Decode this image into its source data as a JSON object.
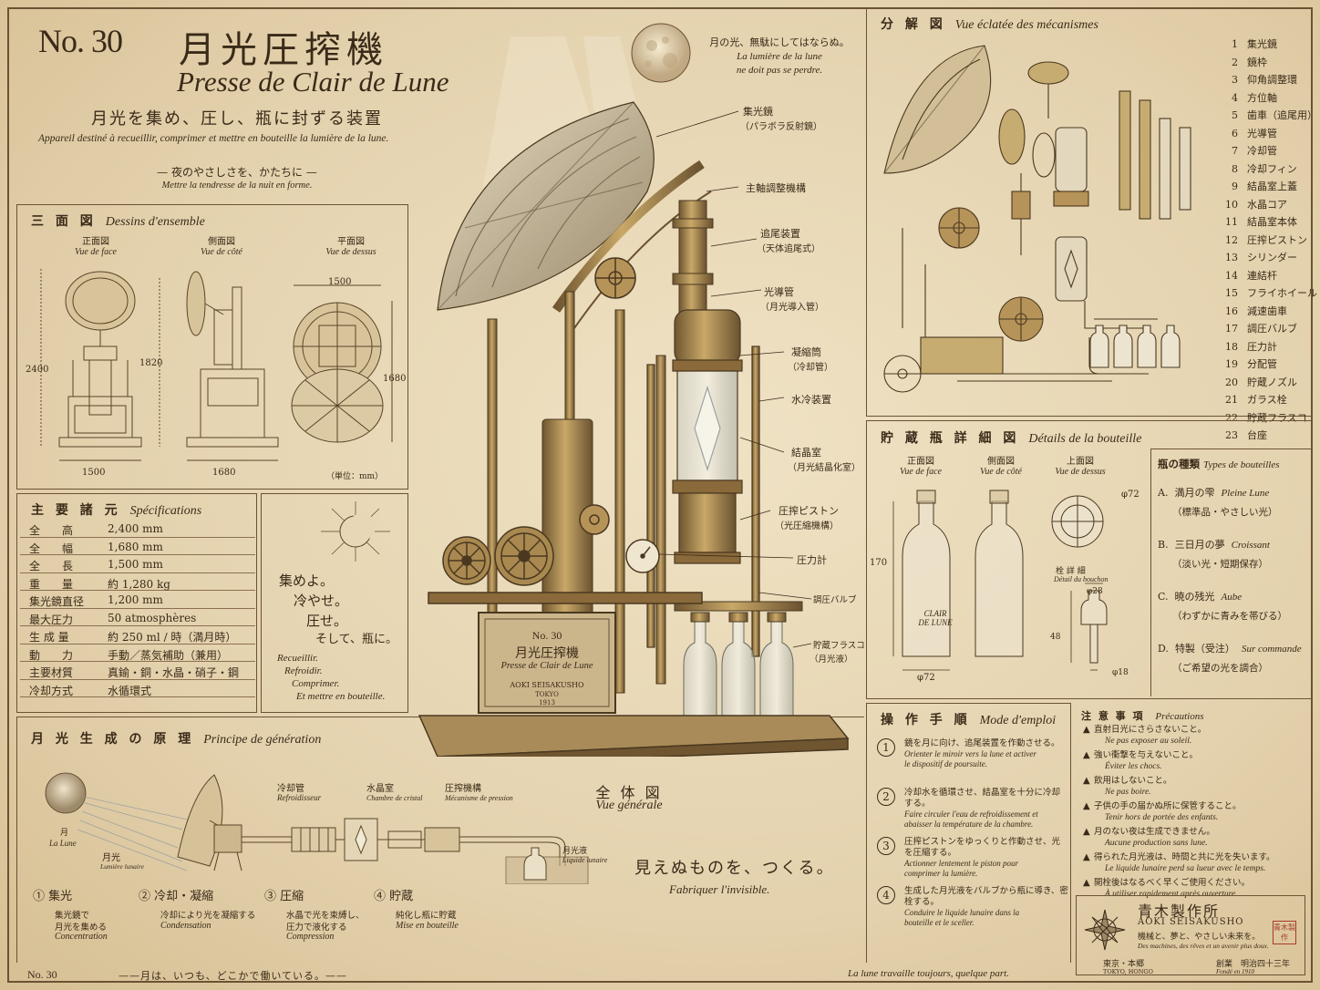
{
  "header": {
    "number": "No. 30",
    "title_jp": "月光圧搾機",
    "title_fr": "Presse de Clair de Lune",
    "subtitle_jp": "月光を集め、圧し、瓶に封ずる装置",
    "subtitle_fr": "Appareil destiné à recueillir, comprimer et mettre en bouteille la lumière de la lune.",
    "motto_jp": "— 夜のやさしさを、かたちに —",
    "motto_fr": "Mettre la tendresse de la nuit en forme."
  },
  "quote": {
    "jp": "月の光、無駄にしてはならぬ。",
    "fr1": "La lumière de la lune",
    "fr2": "ne doit pas se perdre."
  },
  "views": {
    "title_jp": "三 面 図",
    "title_fr": "Dessins d'ensemble",
    "front_jp": "正面図",
    "front_fr": "Vue de face",
    "side_jp": "側面図",
    "side_fr": "Vue de côté",
    "top_jp": "平面図",
    "top_fr": "Vue de dessus",
    "dim_2400": "2400",
    "dim_1820": "1820",
    "dim_1500a": "1500",
    "dim_1680a": "1680",
    "dim_1500b": "1500",
    "dim_1680b": "1680",
    "unit": "（単位：mm）"
  },
  "specs": {
    "title_jp": "主 要 諸 元",
    "title_fr": "Spécifications",
    "rows": [
      {
        "k": "全　　高",
        "v": "2,400 mm"
      },
      {
        "k": "全　　幅",
        "v": "1,680 mm"
      },
      {
        "k": "全　　長",
        "v": "1,500 mm"
      },
      {
        "k": "重　　量",
        "v": "約 1,280 kg"
      },
      {
        "k": "集光鏡直径",
        "v": "1,200 mm"
      },
      {
        "k": "最大圧力",
        "v": "50 atmosphères"
      },
      {
        "k": "生 成 量",
        "v": "約 250 ml / 時（満月時）"
      },
      {
        "k": "動　　力",
        "v": "手動／蒸気補助（兼用）"
      },
      {
        "k": "主要材質",
        "v": "真鍮・銅・水晶・硝子・鋼"
      },
      {
        "k": "冷却方式",
        "v": "水循環式"
      }
    ]
  },
  "poem": {
    "l1": "集めよ。",
    "l2": "冷やせ。",
    "l3": "圧せ。",
    "l4": "そして、瓶に。",
    "f1": "Recueillir.",
    "f2": "Refroidir.",
    "f3": "Comprimer.",
    "f4": "Et mettre en bouteille."
  },
  "principle": {
    "title_jp": "月 光 生 成 の 原 理",
    "title_fr": "Principe de génération",
    "moon_jp": "月",
    "moon_fr": "La Lune",
    "light_jp": "月光",
    "light_fr": "Lumière lunaire",
    "cool_jp": "冷却管",
    "cool_fr": "Refroidisseur",
    "crystal_jp": "水晶室",
    "crystal_fr": "Chambre de cristal",
    "press_jp": "圧搾機構",
    "press_fr": "Mécanisme de pression",
    "liquid_jp": "月光液",
    "liquid_fr": "Liquide lunaire",
    "steps": [
      {
        "n": "① 集光",
        "jp1": "集光鏡で",
        "jp2": "月光を集める",
        "fr": "Concentration"
      },
      {
        "n": "② 冷却・凝縮",
        "jp1": "冷却により光を凝縮する",
        "jp2": "",
        "fr": "Condensation"
      },
      {
        "n": "③ 圧縮",
        "jp1": "水晶で光を束縛し、",
        "jp2": "圧力で液化する",
        "fr": "Compression"
      },
      {
        "n": "④ 貯蔵",
        "jp1": "純化し瓶に貯蔵",
        "jp2": "",
        "fr": "Mise en bouteille"
      }
    ]
  },
  "labels": {
    "l1a": "集光鏡",
    "l1b": "（パラボラ反射鏡）",
    "l2": "主軸調整機構",
    "l3a": "追尾装置",
    "l3b": "（天体追尾式）",
    "l4a": "光導管",
    "l4b": "（月光導入管）",
    "l5a": "凝縮筒",
    "l5b": "（冷却管）",
    "l6": "水冷装置",
    "l7a": "結晶室",
    "l7b": "（月光結晶化室）",
    "l8a": "圧搾ピストン",
    "l8b": "（光圧縮機構）",
    "l9": "圧力計",
    "l10": "調圧バルブ",
    "l11a": "貯蔵フラスコ",
    "l11b": "（月光液）"
  },
  "plate": {
    "no": "No. 30",
    "jp": "月光圧搾機",
    "fr": "Presse de Clair de Lune",
    "maker": "AOKI SEISAKUSHO",
    "city": "TOKYO",
    "year": "1913"
  },
  "general": {
    "jp": "全 体 図",
    "fr": "Vue générale"
  },
  "tagline": {
    "jp": "見えぬものを、つくる。",
    "fr": "Fabriquer l'invisible."
  },
  "exploded": {
    "title_jp": "分 解 図",
    "title_fr": "Vue éclatée des mécanismes",
    "parts": [
      {
        "n": "1",
        "t": "集光鏡"
      },
      {
        "n": "2",
        "t": "鏡枠"
      },
      {
        "n": "3",
        "t": "仰角調整環"
      },
      {
        "n": "4",
        "t": "方位軸"
      },
      {
        "n": "5",
        "t": "歯車（追尾用）"
      },
      {
        "n": "6",
        "t": "光導管"
      },
      {
        "n": "7",
        "t": "冷却管"
      },
      {
        "n": "8",
        "t": "冷却フィン"
      },
      {
        "n": "9",
        "t": "結晶室上蓋"
      },
      {
        "n": "10",
        "t": "水晶コア"
      },
      {
        "n": "11",
        "t": "結晶室本体"
      },
      {
        "n": "12",
        "t": "圧搾ピストン"
      },
      {
        "n": "13",
        "t": "シリンダー"
      },
      {
        "n": "14",
        "t": "連結杆"
      },
      {
        "n": "15",
        "t": "フライホイール"
      },
      {
        "n": "16",
        "t": "減速歯車"
      },
      {
        "n": "17",
        "t": "調圧バルブ"
      },
      {
        "n": "18",
        "t": "圧力計"
      },
      {
        "n": "19",
        "t": "分配管"
      },
      {
        "n": "20",
        "t": "貯蔵ノズル"
      },
      {
        "n": "21",
        "t": "ガラス栓"
      },
      {
        "n": "22",
        "t": "貯蔵フラスコ"
      },
      {
        "n": "23",
        "t": "台座"
      }
    ]
  },
  "bottle": {
    "title_jp": "貯 蔵 瓶 詳 細 図",
    "title_fr": "Détails de la bouteille",
    "front_jp": "正面図",
    "front_fr": "Vue de face",
    "side_jp": "側面図",
    "side_fr": "Vue de côté",
    "top_jp": "上面図",
    "top_fr": "Vue de dessus",
    "dim170": "170",
    "dim72a": "φ72",
    "dim72b": "φ72",
    "stopper_jp": "栓 詳 細",
    "stopper_fr": "Détail du bouchon",
    "dim28": "φ28",
    "dim48": "48",
    "dim18": "φ18",
    "label1": "CLAIR",
    "label2": "DE LUNE"
  },
  "types": {
    "title_jp": "瓶の種類",
    "title_fr": "Types de bouteilles",
    "items": [
      {
        "k": "A.",
        "jp": "満月の雫",
        "fr": "Pleine Lune",
        "sub": "（標準品・やさしい光）"
      },
      {
        "k": "B.",
        "jp": "三日月の夢",
        "fr": "Croissant",
        "sub": "（淡い光・短期保存）"
      },
      {
        "k": "C.",
        "jp": "暁の残光",
        "fr": "Aube",
        "sub": "（わずかに青みを帯びる）"
      },
      {
        "k": "D.",
        "jp": "特製（受注）",
        "fr": "Sur commande",
        "sub": "（ご希望の光を調合）"
      }
    ]
  },
  "mode": {
    "title_jp": "操 作 手 順",
    "title_fr": "Mode d'emploi",
    "steps": [
      {
        "n": "1",
        "jp": "鏡を月に向け、追尾装置を作動させる。",
        "fr1": "Orienter le miroir vers la lune et activer",
        "fr2": "le dispositif de poursuite."
      },
      {
        "n": "2",
        "jp": "冷却水を循環させ、結晶室を十分に冷却する。",
        "fr1": "Faire circuler l'eau de refroidissement et",
        "fr2": "abaisser la température de la chambre."
      },
      {
        "n": "3",
        "jp": "圧搾ピストンをゆっくりと作動させ、光を圧縮する。",
        "fr1": "Actionner lentement le piston pour",
        "fr2": "comprimer la lumière."
      },
      {
        "n": "4",
        "jp": "生成した月光液をバルブから瓶に導き、密栓する。",
        "fr1": "Conduire le liquide lunaire dans la",
        "fr2": "bouteille et le sceller."
      }
    ]
  },
  "cautions": {
    "title_jp": "注 意 事 項",
    "title_fr": "Précautions",
    "items": [
      {
        "jp": "直射日光にさらさないこと。",
        "fr": "Ne pas exposer au soleil."
      },
      {
        "jp": "強い衝撃を与えないこと。",
        "fr": "Éviter les chocs."
      },
      {
        "jp": "飲用はしないこと。",
        "fr": "Ne pas boire."
      },
      {
        "jp": "子供の手の届かぬ所に保管すること。",
        "fr": "Tenir hors de portée des enfants."
      },
      {
        "jp": "月のない夜は生成できません。",
        "fr": "Aucune production sans lune."
      },
      {
        "jp": "得られた月光液は、時間と共に光を失います。",
        "fr": "Le liquide lunaire perd sa lueur avec le temps."
      },
      {
        "jp": "開栓後はなるべく早くご使用ください。",
        "fr": "À utiliser rapidement après ouverture."
      }
    ]
  },
  "maker": {
    "jp": "青木製作所",
    "en": "AOKI SEISAKUSHO",
    "motto_jp": "機械と、夢と、やさしい未来を。",
    "motto_fr": "Des machines, des rêves et un avenir plus doux.",
    "loc_jp": "東京・本郷",
    "loc_en": "TOKYO, HONGO",
    "found_jp": "創業　明治四十三年",
    "found_fr": "Fondé en 1910",
    "seal": "青木製作"
  },
  "footer": {
    "no": "No. 30",
    "jp": "——月は、いつも、どこかで働いている。——",
    "fr": "La lune travaille toujours, quelque part."
  },
  "colors": {
    "ink": "#3a2a18",
    "paper": "#e7d7b6",
    "brass": "#9a7a44"
  }
}
